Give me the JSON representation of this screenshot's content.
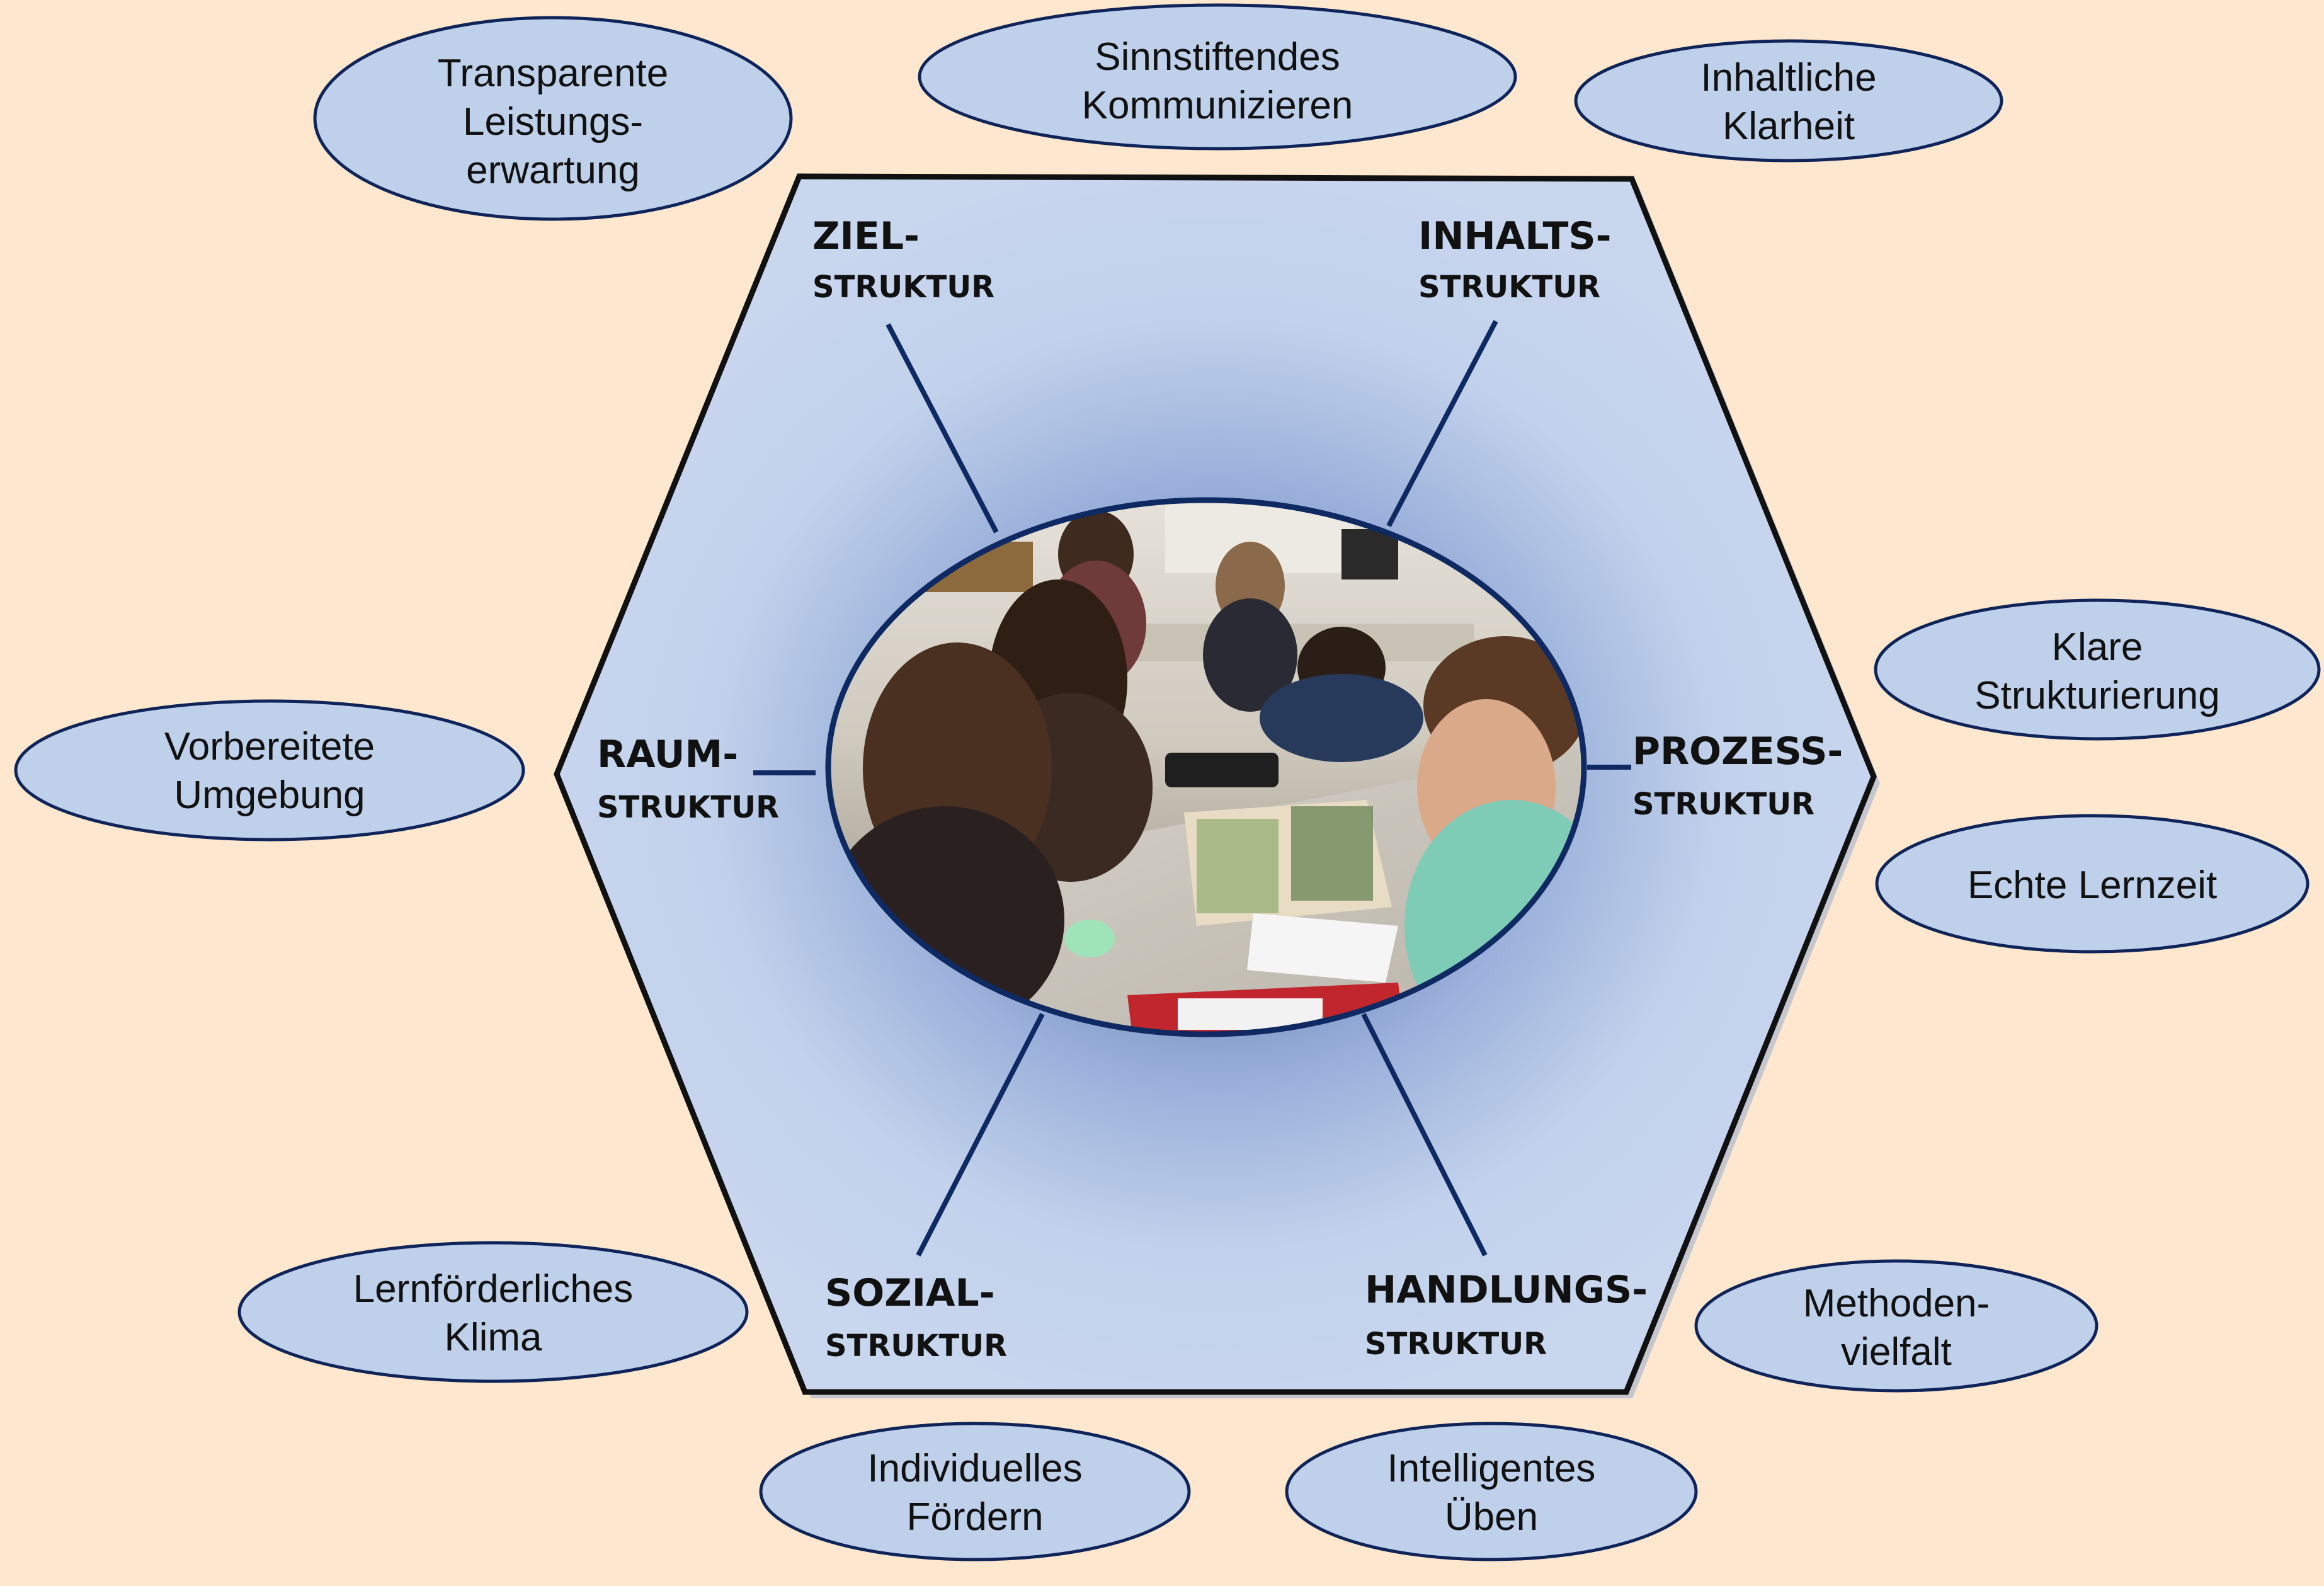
{
  "colors": {
    "background": "#FDE7CF",
    "hexagon_fill": "#C4D3EC",
    "hexagon_shadow": "#7C95C4",
    "hexagon_border": "#111111",
    "ellipse_fill": "#BFD0EB",
    "ellipse_border": "#0F2458",
    "spoke": "#0F2A63"
  },
  "center_image": {
    "description": "classroom-photo",
    "icon": "classroom-photo-icon"
  },
  "structures": {
    "ziel": {
      "main": "ZIEL-",
      "sub": "STRUKTUR"
    },
    "inhalt": {
      "main": "INHALTS-",
      "sub": "STRUKTUR"
    },
    "raum": {
      "main": "RAUM-",
      "sub": "STRUKTUR"
    },
    "prozess": {
      "main": "PROZESS-",
      "sub": "STRUKTUR"
    },
    "sozial": {
      "main": "SOZIAL-",
      "sub": "STRUKTUR"
    },
    "handlung": {
      "main": "HANDLUNGS-",
      "sub": "STRUKTUR"
    }
  },
  "ellipses": {
    "transparent": [
      "Transparente",
      "Leistungs-",
      "erwartung"
    ],
    "sinnstiftend": [
      "Sinnstiftendes",
      "Kommunizieren"
    ],
    "inhaltlich": [
      "Inhaltliche",
      "Klarheit"
    ],
    "klare": [
      "Klare",
      "Strukturierung"
    ],
    "echte": [
      "Echte Lernzeit"
    ],
    "vorbereitet": [
      "Vorbereitete",
      "Umgebung"
    ],
    "lernfoerderlich": [
      "Lernförderliches",
      "Klima"
    ],
    "methoden": [
      "Methoden-",
      "vielfalt"
    ],
    "individuell": [
      "Individuelles",
      "Fördern"
    ],
    "intelligent": [
      "Intelligentes",
      "Üben"
    ]
  }
}
